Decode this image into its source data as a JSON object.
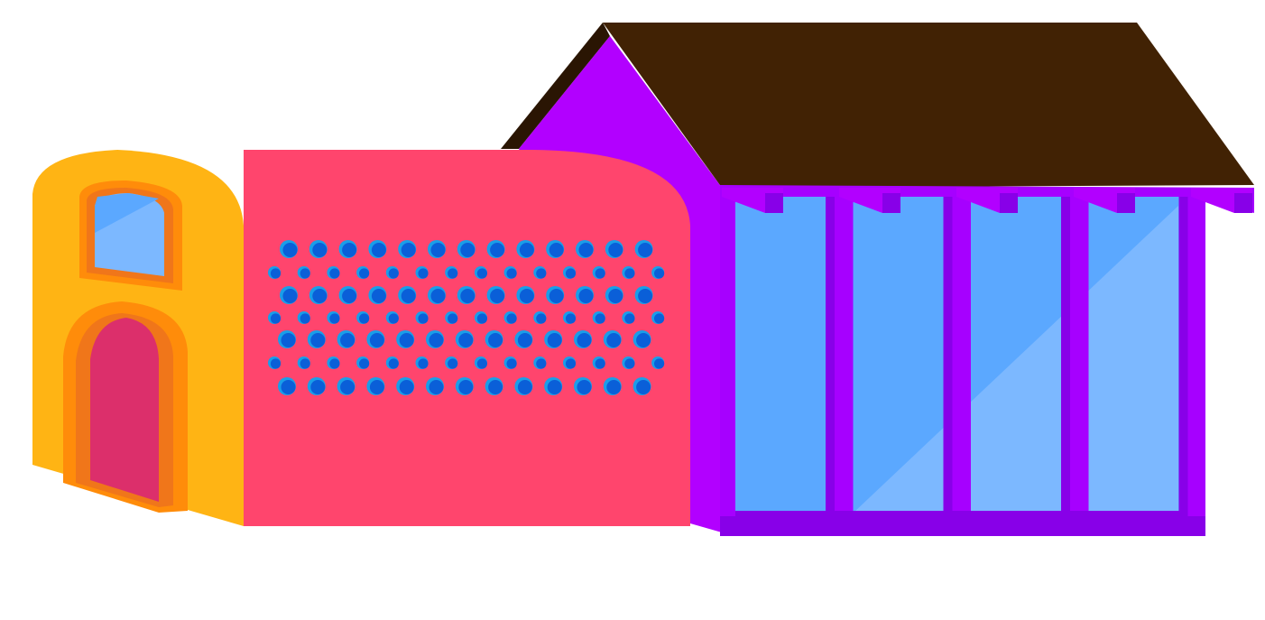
{
  "scene": {
    "subject": "house-illustration",
    "colors": {
      "background": "#ffffff",
      "roof": "#412204",
      "roof_shadow": "#2a1503",
      "gable": "#b200ff",
      "frame": "#a600ff",
      "frame_dark": "#8800e8",
      "glass": "#5ba8ff",
      "glass_light": "#7cb8ff",
      "pink_wall": "#ff456d",
      "yellow_wall": "#ffb414",
      "orange_trim": "#ff8c0a",
      "orange_dark": "#f0761a",
      "door": "#dc2f6b",
      "dot_outer": "#1a9ee8",
      "dot_inner": "#0a5fd8"
    },
    "dots": {
      "rows": 7,
      "large_per_row": 13,
      "small_per_row": 14
    },
    "window_panels": 4
  }
}
